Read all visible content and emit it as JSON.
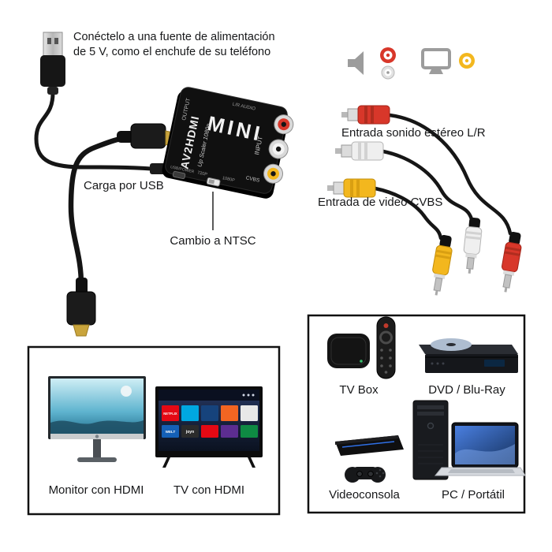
{
  "power_note": {
    "line1": "Conéctelo a una fuente de alimentación",
    "line2": "de 5 V, como el enchufe de su teléfono"
  },
  "callouts": {
    "usb_charge": "Carga por USB",
    "ntsc_switch": "Cambio a NTSC",
    "audio_input": "Entrada sonido estéreo L/R",
    "video_input": "Entrada de video CVBS"
  },
  "device": {
    "logo": "MINI",
    "model": "AV2HDMI",
    "subtitle": "Up Scaler 1080p",
    "port_output": "OUTPUT",
    "port_input": "INPUT",
    "marks_audio": "L/R AUDIO",
    "label_usb_power": "USB/POWER",
    "label_720p": "720P",
    "label_1080p": "1080P",
    "label_cvbs": "CVBS"
  },
  "displays_box": {
    "monitor_label": "Monitor con HDMI",
    "tv_label": "TV con HDMI",
    "tv_apps": {
      "netflix": "NETFLIX",
      "welt": "WELT",
      "joyn": "joyn"
    }
  },
  "sources_box": {
    "tvbox_label": "TV Box",
    "dvd_label": "DVD / Blu-Ray",
    "console_label": "Videoconsola",
    "pc_label": "PC / Portátil"
  },
  "colors": {
    "rca_red": "#d8372a",
    "rca_white": "#efefef",
    "rca_yellow": "#f3b71e",
    "cable_black": "#161616",
    "hdmi_gold": "#c9a43c",
    "device_black": "#101010"
  }
}
